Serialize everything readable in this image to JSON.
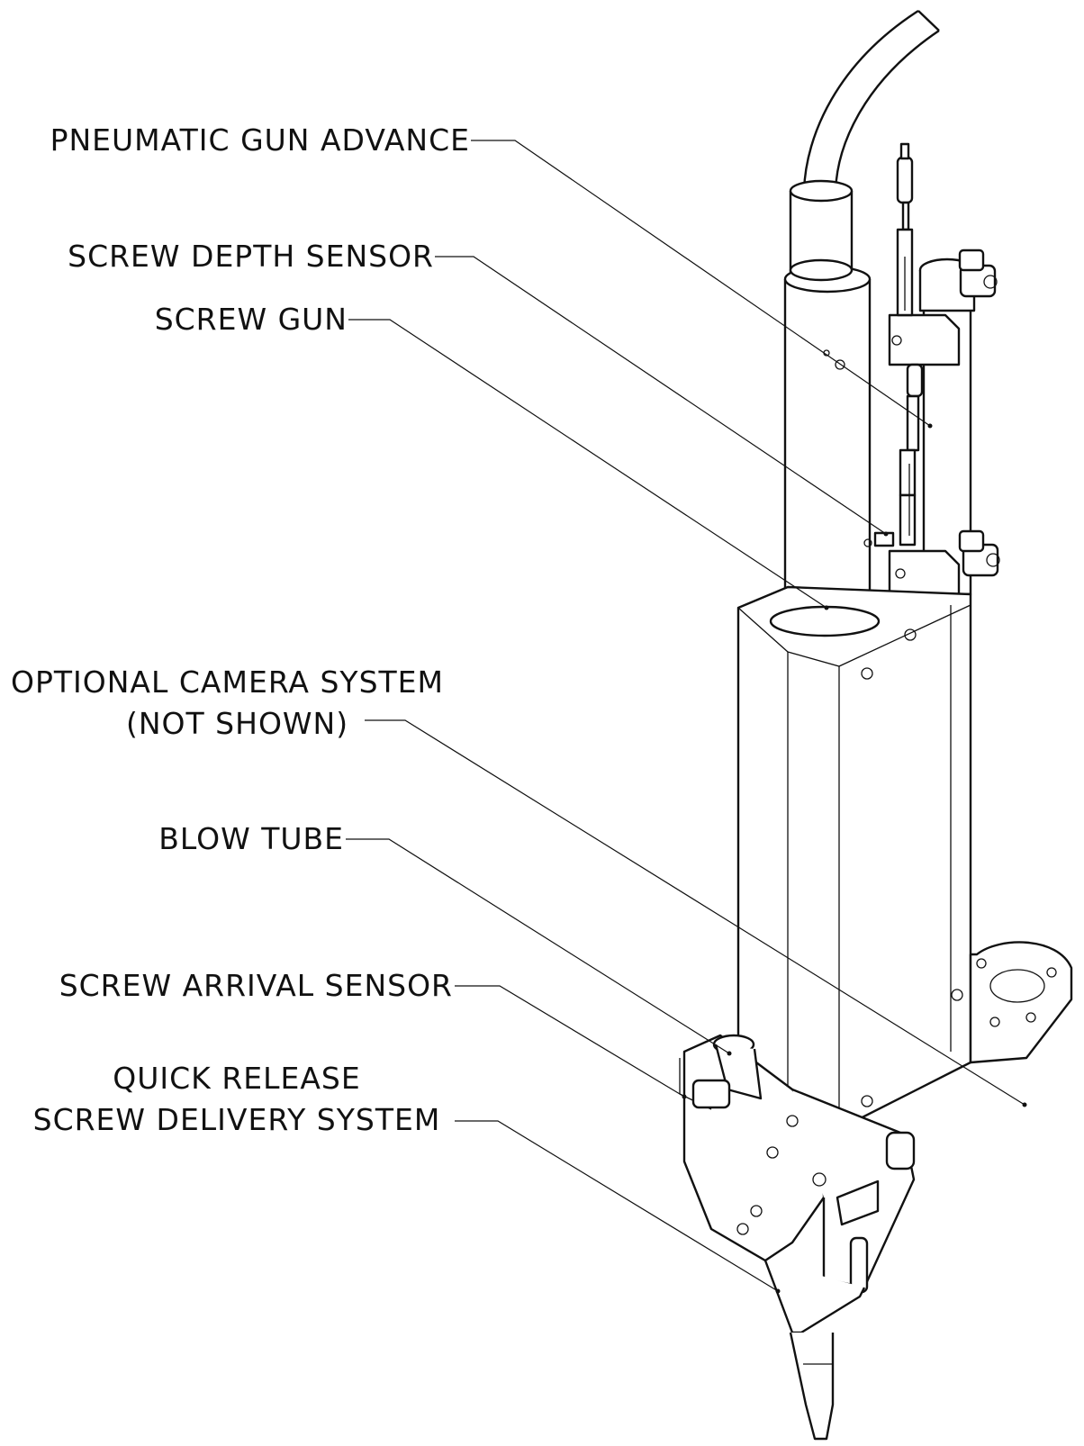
{
  "callouts": {
    "pneumatic_gun_advance": "PNEUMATIC GUN ADVANCE",
    "screw_depth_sensor": "SCREW DEPTH SENSOR",
    "screw_gun": "SCREW GUN",
    "optional_camera_line1": "OPTIONAL CAMERA SYSTEM",
    "optional_camera_line2": "(NOT SHOWN)",
    "blow_tube": "BLOW TUBE",
    "screw_arrival_sensor": "SCREW ARRIVAL SENSOR",
    "quick_release_line1": "QUICK RELEASE",
    "quick_release_line2": "SCREW DELIVERY SYSTEM"
  }
}
